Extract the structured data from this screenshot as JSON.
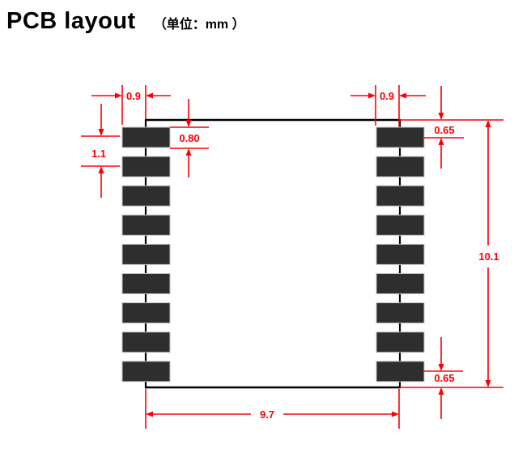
{
  "title": "PCB layout",
  "unit_note": "（单位：mm ）",
  "colors": {
    "dimension_red": "#fb0006",
    "outline_black": "#000000",
    "pad_fill": "#2e2e2e",
    "background": "#ffffff"
  },
  "drawing": {
    "pads_per_side": 9
  },
  "dimensions": {
    "pad_width_left": "0.9",
    "pad_width_right": "0.9",
    "pad_height": "0.80",
    "pad_pitch": "1.1",
    "edge_to_first_pad_center": "0.65",
    "body_height": "10.1",
    "last_pad_center_to_edge": "0.65",
    "pad_row_span": "9.7"
  }
}
